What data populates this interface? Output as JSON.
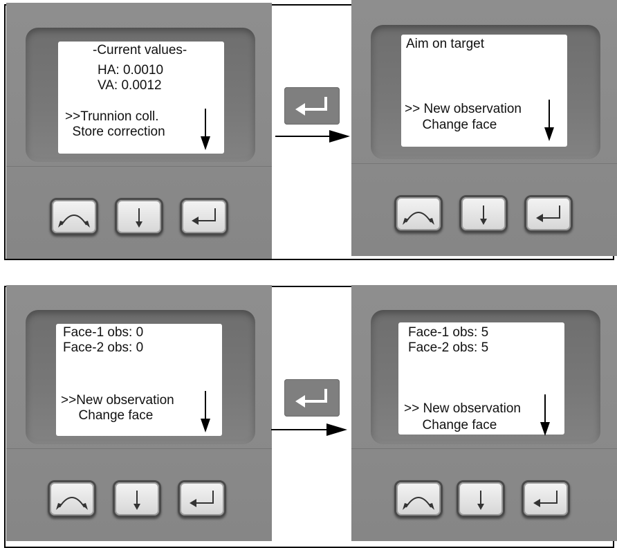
{
  "panels": [
    {
      "screens": [
        {
          "lines": [
            "-Current values-",
            "HA: 0.0010",
            "VA: 0.0012",
            ">>Trunnion coll.",
            "  Store correction"
          ],
          "scroll_icon": "down-arrow-icon"
        },
        {
          "lines": [
            "Aim on target",
            ">> New observation",
            "  Change face"
          ],
          "scroll_icon": "down-arrow-icon"
        }
      ],
      "transition_key_icon": "enter-key-icon"
    },
    {
      "screens": [
        {
          "lines": [
            "Face-1 obs: 0",
            "Face-2 obs: 0",
            ">>New observation",
            "  Change face"
          ],
          "scroll_icon": "down-arrow-icon"
        },
        {
          "lines": [
            "Face-1 obs: 5",
            "Face-2 obs: 5",
            ">> New observation",
            "  Change face"
          ],
          "scroll_icon": "down-arrow-icon"
        }
      ],
      "transition_key_icon": "enter-key-icon"
    }
  ],
  "keypad_icons": [
    "face-change-icon",
    "down-arrow-key-icon",
    "enter-key-icon"
  ],
  "colors": {
    "device_body": "#8a8a8a",
    "bezel": "#757575",
    "lcd": "#ffffff",
    "key_face": "#e6e6e6",
    "enter_button": "#7f7f7f",
    "frame": "#000000"
  }
}
